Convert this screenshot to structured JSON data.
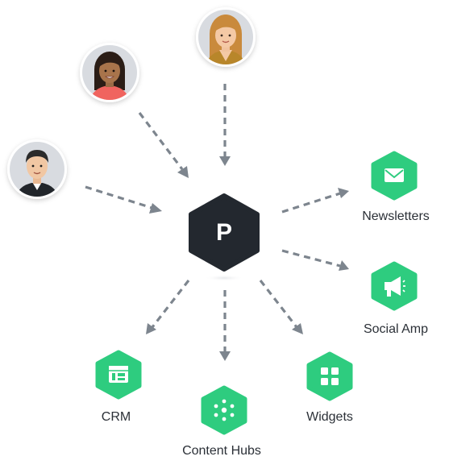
{
  "hub": {
    "letter": "P",
    "color": "#23282f"
  },
  "colors": {
    "accent": "#2ecc7f",
    "arrow": "#7d858e",
    "text": "#2b3037"
  },
  "contributors": [
    {
      "name": "woman-blonde",
      "icon": "avatar-woman-blonde-icon"
    },
    {
      "name": "woman-dark-hair",
      "icon": "avatar-woman-dark-hair-icon"
    },
    {
      "name": "man-dark-hair",
      "icon": "avatar-man-dark-hair-icon"
    }
  ],
  "outputs": [
    {
      "label": "Newsletters",
      "icon": "envelope-icon"
    },
    {
      "label": "Social Amp",
      "icon": "megaphone-icon"
    },
    {
      "label": "Widgets",
      "icon": "grid-icon"
    },
    {
      "label": "Content Hubs",
      "icon": "network-icon"
    },
    {
      "label": "CRM",
      "icon": "crm-icon"
    }
  ]
}
